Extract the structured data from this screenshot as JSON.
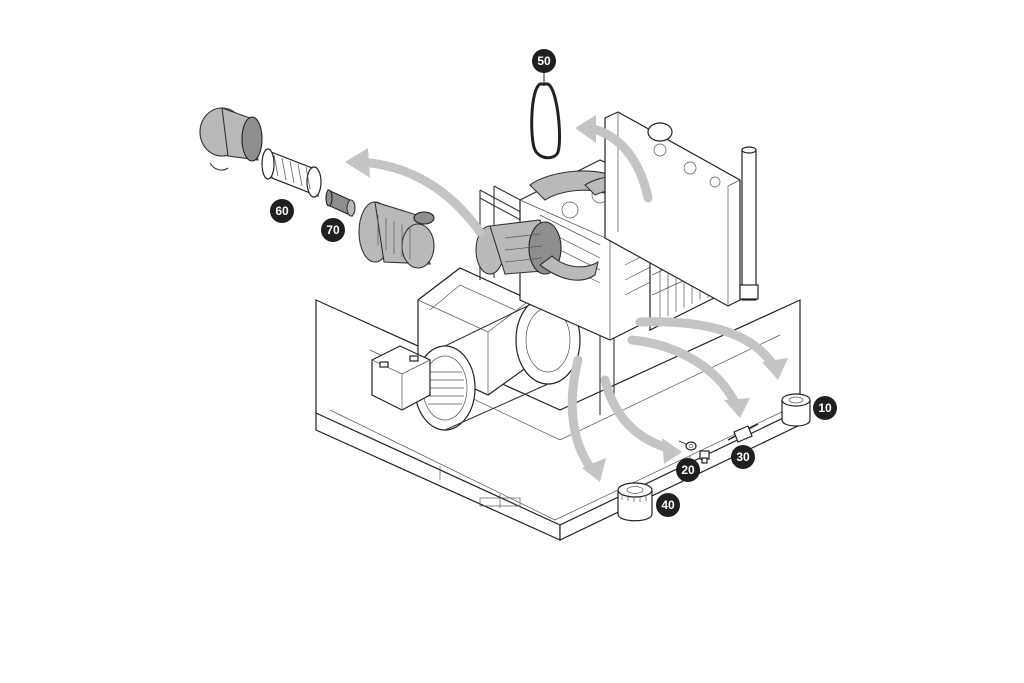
{
  "diagram": {
    "callouts": [
      {
        "id": "c10",
        "label": "10"
      },
      {
        "id": "c20",
        "label": "20"
      },
      {
        "id": "c30",
        "label": "30"
      },
      {
        "id": "c40",
        "label": "40"
      },
      {
        "id": "c50",
        "label": "50"
      },
      {
        "id": "c60",
        "label": "60"
      },
      {
        "id": "c70",
        "label": "70"
      }
    ],
    "colors": {
      "callout_fill": "#1f1f1f",
      "arrow": "#c4c4c4",
      "part_grey": "#b9b9b9"
    }
  }
}
